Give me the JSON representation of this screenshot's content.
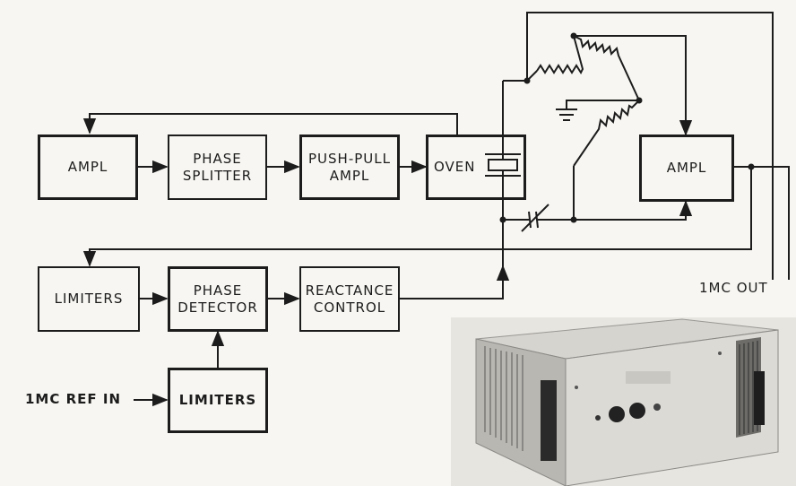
{
  "blocks": {
    "ampl_left": "AMPL",
    "phase_splitter": [
      "PHASE",
      "SPLITTER"
    ],
    "push_pull_ampl": [
      "PUSH-PULL",
      "AMPL"
    ],
    "oven": "OVEN",
    "ampl_right": "AMPL",
    "limiters_top": "LIMITERS",
    "phase_detector": [
      "PHASE",
      "DETECTOR"
    ],
    "reactance_control": [
      "REACTANCE",
      "CONTROL"
    ],
    "limiters_bottom": "LIMITERS"
  },
  "labels": {
    "ref_in": "1MC REF IN",
    "out": "1MC OUT"
  },
  "colors": {
    "ink": "#1c1c1c",
    "paper": "#f7f6f2"
  }
}
